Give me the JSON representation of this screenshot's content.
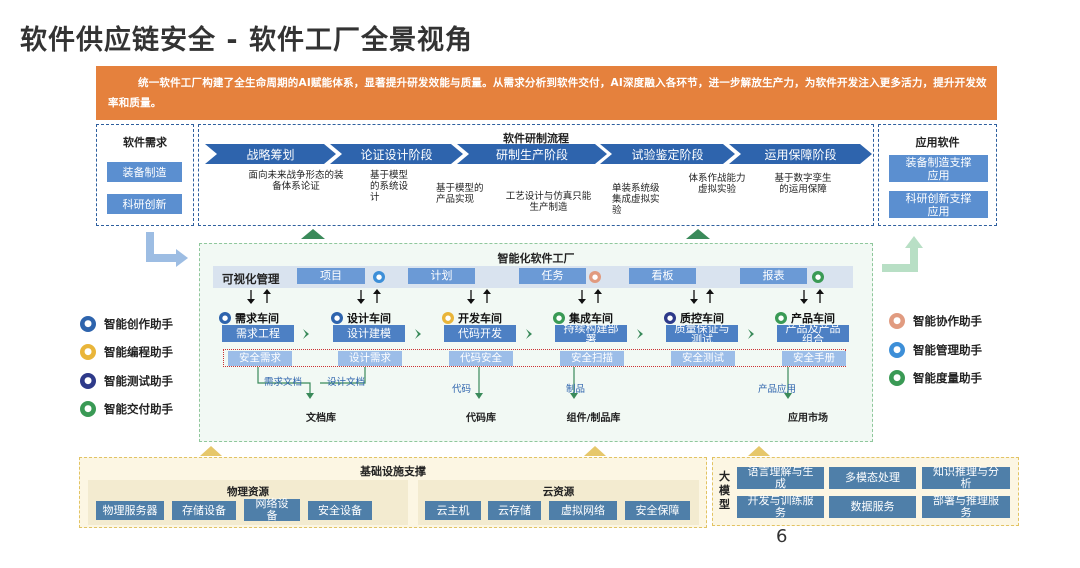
{
  "title": "软件供应链安全 - 软件工厂全景视角",
  "banner": "统一软件工厂构建了全生命周期的AI赋能体系，显著提升研发效能与质量。从需求分析到软件交付，AI深度融入各环节，进一步解放生产力，为软件开发注入更多活力，提升开发效率和质量。",
  "left_panel": {
    "title": "软件需求",
    "items": [
      "装备制造",
      "科研创新"
    ]
  },
  "flow": {
    "title": "软件研制流程",
    "stages": [
      "战略筹划",
      "论证设计阶段",
      "研制生产阶段",
      "试验鉴定阶段",
      "运用保障阶段"
    ],
    "descs": [
      "面向未来战争形态的装备体系论证",
      "基于模型的系统设计",
      "基于模型的产品实现",
      "工艺设计与仿真只能生产制造",
      "单装系统级集成虚拟实验",
      "体系作战能力虚拟实验",
      "基于数字孪生的运用保障"
    ]
  },
  "right_panel": {
    "title": "应用软件",
    "items": [
      "装备制造支撑应用",
      "科研创新支撑应用"
    ]
  },
  "factory": {
    "title": "智能化软件工厂",
    "viz_label": "可视化管理",
    "viz_items": [
      "项目",
      "计划",
      "任务",
      "看板",
      "报表"
    ],
    "workshops": [
      {
        "name": "需求车间",
        "task": "需求工程",
        "sec": "安全需求"
      },
      {
        "name": "设计车间",
        "task": "设计建模",
        "sec": "设计需求"
      },
      {
        "name": "开发车间",
        "task": "代码开发",
        "sec": "代码安全"
      },
      {
        "name": "集成车间",
        "task": "持续构建部署",
        "sec": "安全扫描"
      },
      {
        "name": "质控车间",
        "task": "质量保证与测试",
        "sec": "安全测试"
      },
      {
        "name": "产品车间",
        "task": "产品及产品组合",
        "sec": "安全手册"
      }
    ],
    "flows": [
      "需求文档",
      "设计文档",
      "代码",
      "制品",
      "产品应用"
    ],
    "stores": [
      "文档库",
      "代码库",
      "组件/制品库",
      "应用市场"
    ]
  },
  "assistants_left": [
    "智能创作助手",
    "智能编程助手",
    "智能测试助手",
    "智能交付助手"
  ],
  "assistants_right": [
    "智能协作助手",
    "智能管理助手",
    "智能度量助手"
  ],
  "infra": {
    "title": "基础设施支撑",
    "physical": {
      "title": "物理资源",
      "items": [
        "物理服务器",
        "存储设备",
        "网络设备",
        "安全设备"
      ]
    },
    "cloud": {
      "title": "云资源",
      "items": [
        "云主机",
        "云存储",
        "虚拟网络",
        "安全保障"
      ]
    }
  },
  "llm": {
    "label": "大模型",
    "items": [
      "语言理解与生成",
      "多模态处理",
      "知识推理与分析",
      "开发与训练服务",
      "数据服务",
      "部署与推理服务"
    ]
  },
  "page_number": "6",
  "colors": {
    "banner": "#e5813d",
    "blue": "#2e64ad",
    "green": "#3a8a5a"
  }
}
